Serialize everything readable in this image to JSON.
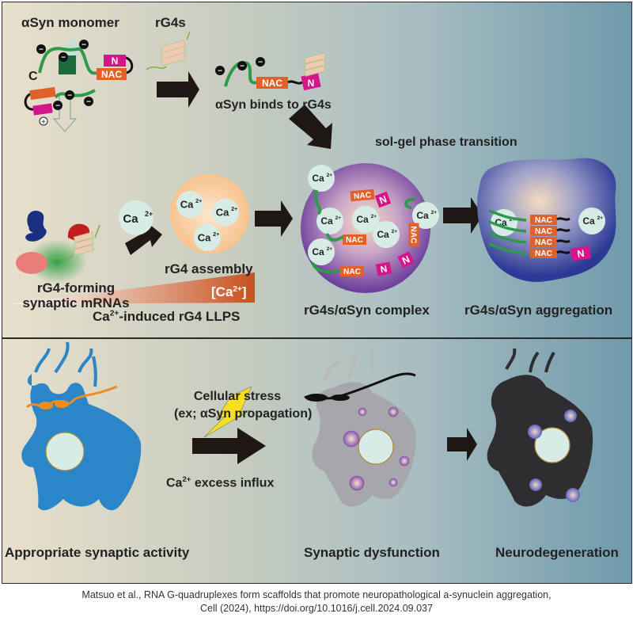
{
  "top_panel": {
    "monomer_title": "αSyn monomer",
    "rg4s_title": "rG4s",
    "c_terminus": "C",
    "binds_label": "αSyn binds to rG4s",
    "phase_label": "sol-gel phase transition",
    "mrna_label_line1": "rG4-forming",
    "mrna_label_line2": "synaptic mRNAs",
    "ca_ion": "Ca",
    "ca_charge": "2+",
    "assembly_label": "rG4 assembly",
    "complex_label": "rG4s/αSyn complex",
    "aggregation_label": "rG4s/αSyn aggregation",
    "gradient_label_prefix": "[Ca",
    "gradient_label_suffix": "]",
    "llps_label_prefix": "Ca",
    "llps_label_suffix": "-induced rG4 LLPS",
    "nac_tag": "NAC",
    "n_tag": "N",
    "minus_sign": "−",
    "plus_sign": "+"
  },
  "bottom_panel": {
    "stress_line1": "Cellular stress",
    "stress_line2": "(ex; αSyn propagation)",
    "influx_prefix": "Ca",
    "influx_suffix": " excess influx",
    "stage1_label": "Appropriate synaptic activity",
    "stage2_label": "Synaptic dysfunction",
    "stage3_label": "Neurodegeneration"
  },
  "citation": {
    "line1": "Matsuo et al., RNA G-quadruplexes form scaffolds that promote neuropathological a-synuclein aggregation,",
    "line2": "Cell (2024), https://doi.org/10.1016/j.cell.2024.09.037"
  },
  "colors": {
    "nac_orange": "#e0622a",
    "n_magenta": "#d6158a",
    "chain_green": "#2e9a4c",
    "ca_circle": "#d8ece6",
    "neuron_blue": "#2a86c8",
    "neuron_grey": "#a7a7ab",
    "neuron_dark": "#2e2e30",
    "arrow": "#1e1714"
  }
}
